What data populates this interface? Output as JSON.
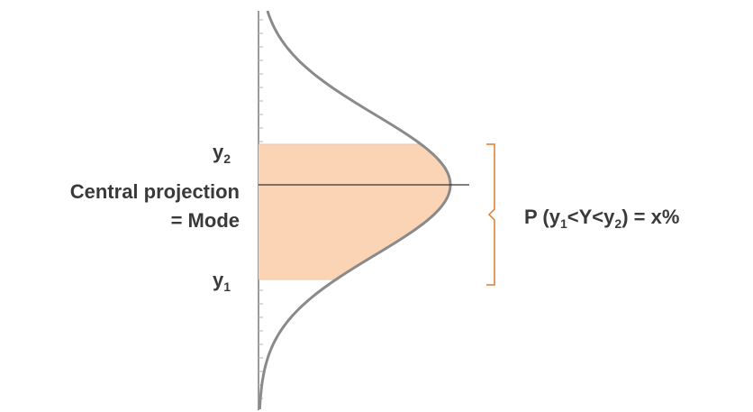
{
  "labels": {
    "central_projection": "Central projection",
    "mode": "= Mode",
    "upper_bound": {
      "base": "y",
      "sub": "2"
    },
    "lower_bound": {
      "base": "y",
      "sub": "1"
    }
  },
  "probability": {
    "prefix": "P (",
    "lower_var": "y",
    "lower_sub": "1",
    "op1": "<Y<",
    "upper_var": "y",
    "upper_sub": "2",
    "suffix": ") = x%"
  },
  "colors": {
    "curve": "#8a8a8a",
    "fill": "#fbd3b5",
    "axis": "#9a9a9a",
    "mode_line": "#333333",
    "bracket": "#e07a2e",
    "text": "#3a3a3a"
  }
}
